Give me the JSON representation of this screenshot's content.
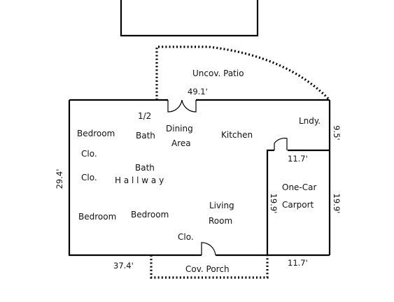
{
  "rooms": {
    "uncov_patio": "Uncov. Patio",
    "half_bath_1": "1/2",
    "half_bath_2": "Bath",
    "dining_1": "Dining",
    "dining_2": "Area",
    "kitchen": "Kitchen",
    "laundry": "Lndy.",
    "bedroom_upper": "Bedroom",
    "closet_1": "Clo.",
    "closet_2": "Clo.",
    "bath_hall": "Bath",
    "hallway": "H a l l w a y",
    "carport_1": "One-Car",
    "carport_2": "Carport",
    "living_1": "Living",
    "living_2": "Room",
    "bedroom_lower_left": "Bedroom",
    "bedroom_lower_mid": "Bedroom",
    "closet_3": "Clo.",
    "cov_porch": "Cov. Porch"
  },
  "dimensions": {
    "patio_width": "49.1'",
    "laundry_depth": "9.5'",
    "laundry_width": "11.7'",
    "house_depth": "29.4'",
    "carport_depth_inner": "19.9'",
    "carport_depth_outer": "19.9'",
    "house_width": "37.4'",
    "carport_width": "11.7'"
  }
}
